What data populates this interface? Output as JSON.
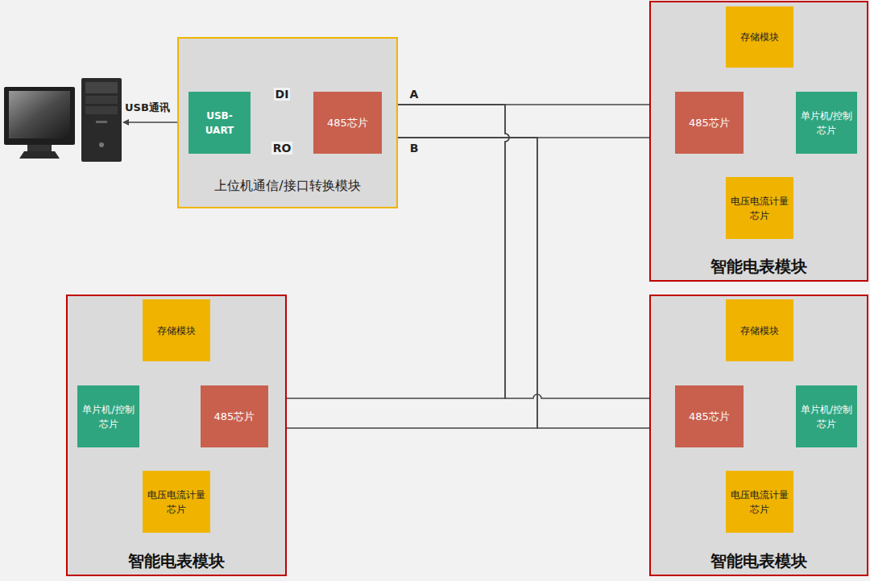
{
  "diagram": {
    "nodes": [
      {
        "text": [
          "上位机通信/接口转换模块"
        ]
      },
      {
        "text": [
          "USB- UART"
        ],
        "in": 0
      },
      {
        "text": [
          "485芯片"
        ],
        "in": 0
      },
      {
        "text": [
          "智能电表模块"
        ]
      },
      {
        "text": [
          "存储模块"
        ],
        "in": 3
      },
      {
        "text": [
          "485芯片"
        ],
        "in": 3
      },
      {
        "text": [
          "单片机/控制芯片"
        ],
        "in": 3
      },
      {
        "text": [
          "电压电流计量芯片"
        ],
        "in": 3
      },
      {
        "text": [
          "智能电表模块"
        ]
      },
      {
        "text": [
          "存储模块"
        ],
        "in": 8
      },
      {
        "text": [
          "单片机/控制芯片"
        ],
        "in": 8
      },
      {
        "text": [
          "485芯片"
        ],
        "in": 8
      },
      {
        "text": [
          "电压电流计量芯片"
        ],
        "in": 8
      },
      {
        "text": [
          "智能电表模块"
        ]
      },
      {
        "text": [
          "存储模块"
        ],
        "in": 13
      },
      {
        "text": [
          "485芯片"
        ],
        "in": 13
      },
      {
        "text": [
          "单片机/控制芯片"
        ],
        "in": 13
      },
      {
        "text": [
          "电压电流计量芯片"
        ],
        "in": 13
      }
    ],
    "edges": [
      {
        "from": 1,
        "to": 2,
        "arrow": "to",
        "label": "DI"
      },
      {
        "from": 2,
        "to": 1,
        "arrow": "to",
        "label": "RO"
      },
      {
        "from": 2,
        "to": 5,
        "arrow": "none",
        "label": "A"
      },
      {
        "from": 2,
        "to": 11,
        "arrow": "none"
      },
      {
        "from": 2,
        "to": 15,
        "arrow": "none"
      },
      {
        "from": 2,
        "to": 5,
        "arrow": "none",
        "label": "B"
      },
      {
        "from": 2,
        "to": 11,
        "arrow": "none"
      },
      {
        "from": 2,
        "to": 15,
        "arrow": "none"
      },
      {
        "from": 4,
        "to": 6,
        "arrow": "both"
      },
      {
        "from": 5,
        "to": 6,
        "arrow": "both"
      },
      {
        "from": 7,
        "to": 6,
        "arrow": "to"
      },
      {
        "from": 9,
        "to": 10,
        "arrow": "both"
      },
      {
        "from": 10,
        "to": 11,
        "arrow": "both"
      },
      {
        "from": 12,
        "to": 10,
        "arrow": "to"
      },
      {
        "from": 14,
        "to": 16,
        "arrow": "both"
      },
      {
        "from": 15,
        "to": 16,
        "arrow": "both"
      },
      {
        "from": 17,
        "to": 16,
        "arrow": "to"
      }
    ],
    "labels": [
      "USB通讯"
    ]
  }
}
